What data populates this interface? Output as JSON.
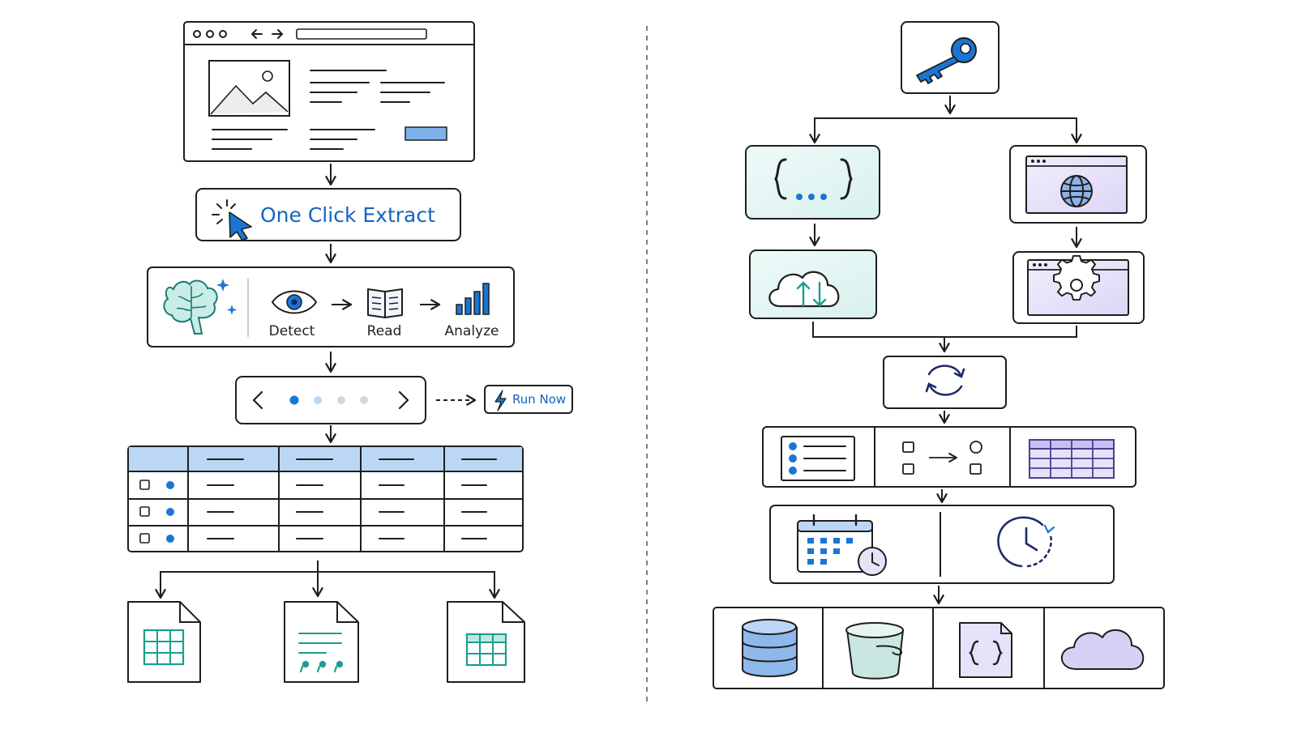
{
  "extract_button": {
    "label": "One Click Extract"
  },
  "ai_steps": {
    "detect": "Detect",
    "read": "Read",
    "analyze": "Analyze"
  },
  "pager": {
    "run_label": "Run Now",
    "dots": 4,
    "active_dot": 1
  },
  "table": {
    "rows": 3,
    "columns": 5
  },
  "export_formats": [
    "spreadsheet-file-icon",
    "csv-file-icon",
    "excel-file-icon"
  ],
  "right_flow": {
    "auth": "key-icon",
    "sources": [
      "api-json-icon",
      "website-globe-icon"
    ],
    "actions": [
      "cloud-sync-icon",
      "browser-settings-icon"
    ],
    "process": "refresh-cycle-icon",
    "views": [
      "list-view-icon",
      "mapping-flow-icon",
      "grid-table-icon"
    ],
    "schedule": [
      "calendar-clock-icon",
      "timer-icon"
    ],
    "destinations": [
      "database-icon",
      "storage-bucket-icon",
      "json-file-icon",
      "cloud-icon"
    ]
  },
  "colors": {
    "accent": "#1976d2",
    "accent_light": "#bcd7f5",
    "teal": "#1a9e8f",
    "lavender": "#d6d0f5",
    "ink": "#1e1e1e"
  }
}
